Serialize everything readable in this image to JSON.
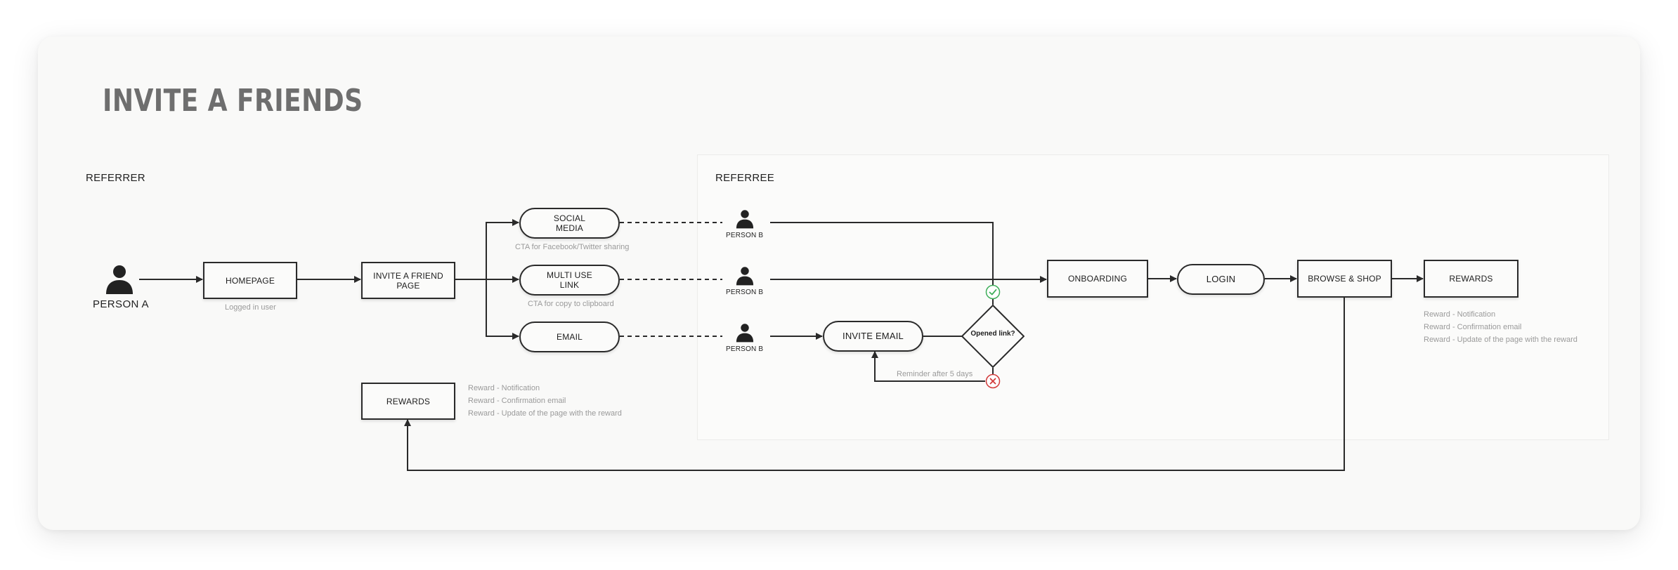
{
  "title": "INVITE A FRIENDS",
  "sections": {
    "referrer": "REFERRER",
    "referee": "REFERREE"
  },
  "nodes": {
    "person_a": "PERSON A",
    "homepage": "HOMEPAGE",
    "homepage_note": "Logged in user",
    "invite_page": "INVITE A FRIEND\nPAGE",
    "social_media": "SOCIAL\nMEDIA",
    "social_note": "CTA for Facebook/Twitter sharing",
    "multi_link": "MULTI USE\nLINK",
    "multi_note": "CTA for copy to clipboard",
    "email": "EMAIL",
    "person_b_1": "PERSON B",
    "person_b_2": "PERSON B",
    "person_b_3": "PERSON B",
    "invite_email": "INVITE EMAIL",
    "decision": "Opened link?",
    "reminder_note": "Reminder after 5 days",
    "onboarding": "ONBOARDING",
    "login": "LOGIN",
    "browse_shop": "BROWSE & SHOP",
    "rewards_referee": "REWARDS",
    "rewards_referrer": "REWARDS"
  },
  "reward_notes_referrer": [
    "Reward - Notification",
    "Reward - Confirmation email",
    "Reward - Update of the page with the reward"
  ],
  "reward_notes_referee": [
    "Reward - Notification",
    "Reward - Confirmation email",
    "Reward - Update of the page with the reward"
  ],
  "icons": {
    "person": "person-silhouette-icon",
    "yes": "check-circle-icon",
    "no": "x-circle-icon"
  },
  "colors": {
    "card": "#f9f9f8",
    "line": "#2a2a2a",
    "muted": "#9a9a9a",
    "title": "#6e6e6e",
    "yes": "#3fae5a",
    "no": "#d23b3b"
  }
}
